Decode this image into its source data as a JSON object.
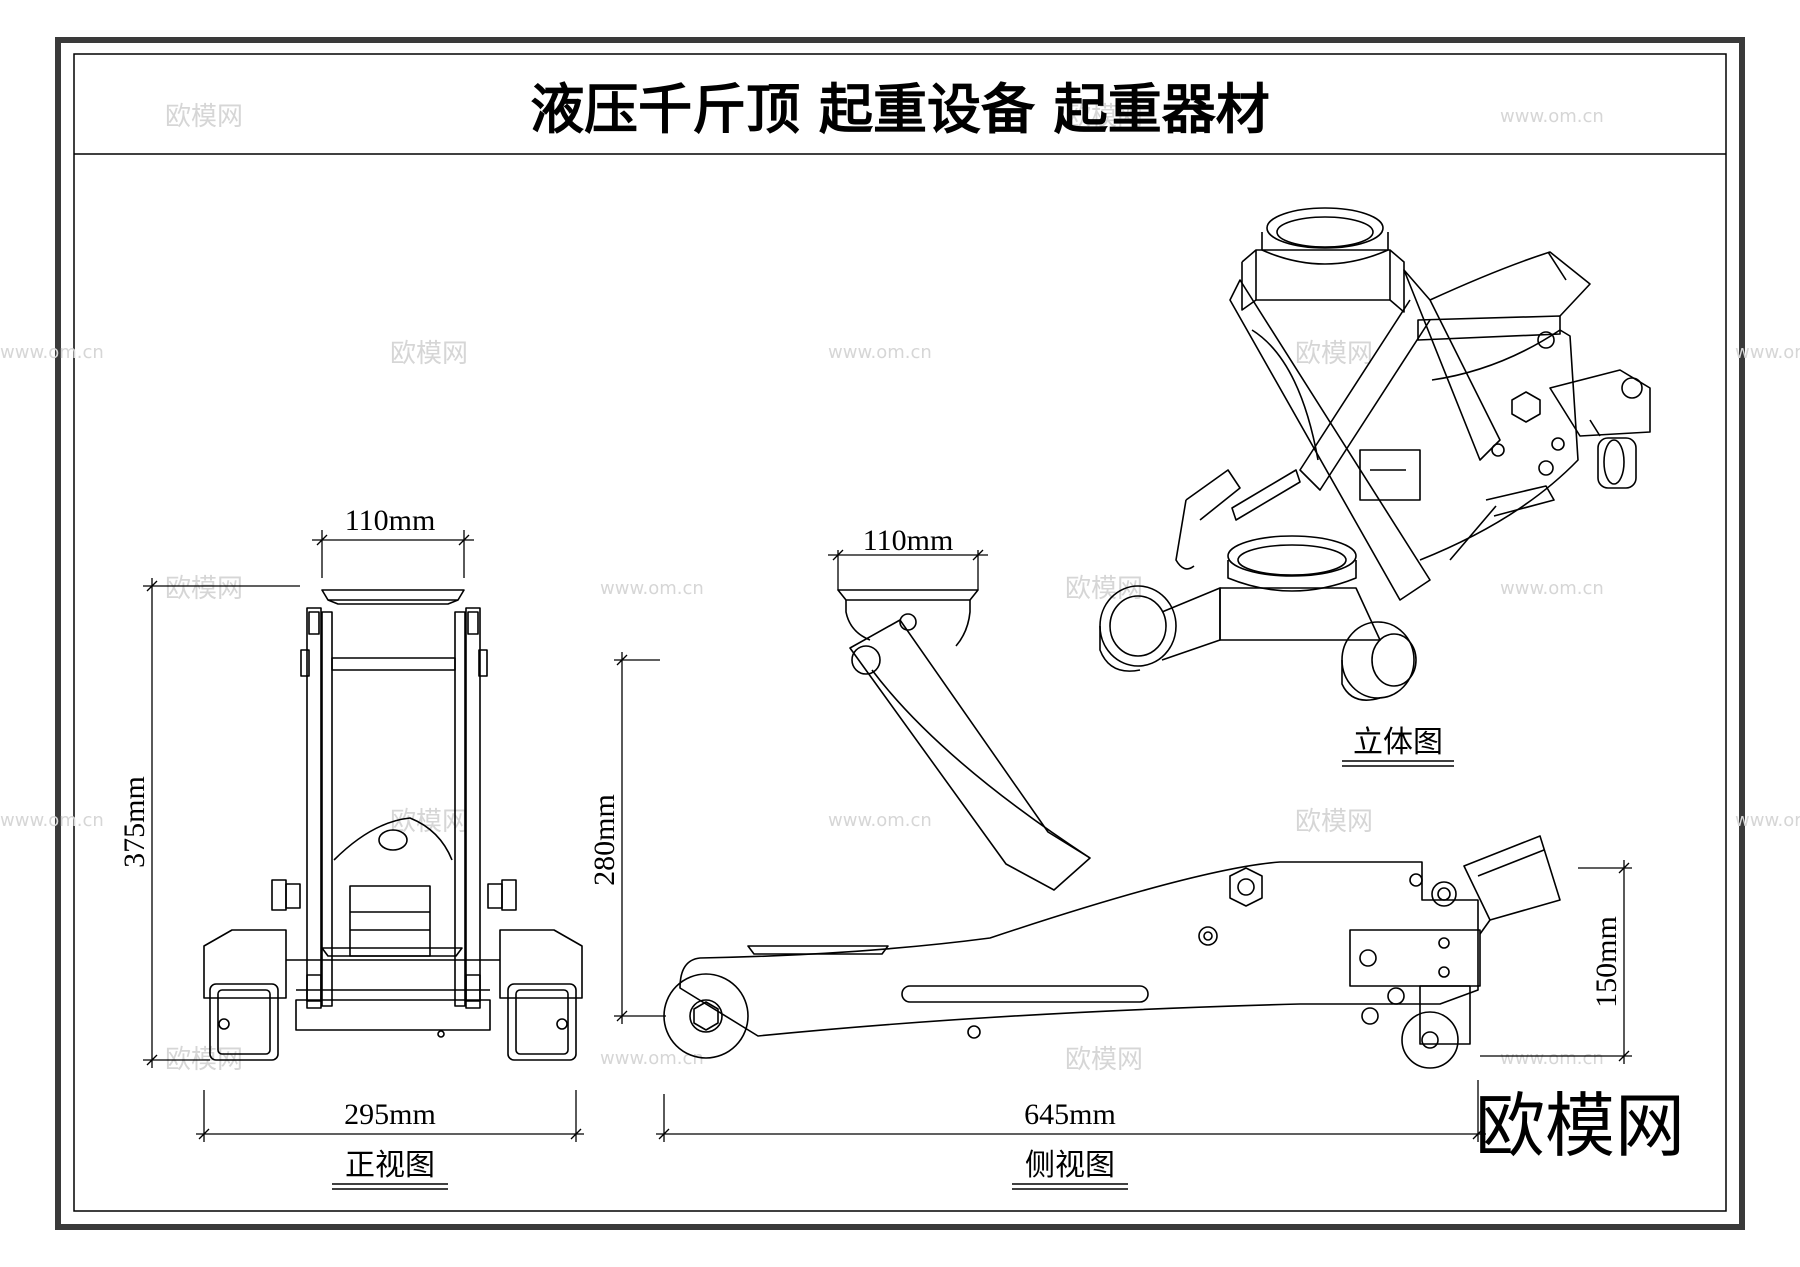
{
  "title": "液压千斤顶  起重设备  起重器材",
  "brand_mark": "欧模网",
  "watermark": {
    "brand": "欧模网",
    "url": "www.om.cn"
  },
  "views": {
    "front": {
      "label": "正视图",
      "dim_top": "110mm",
      "dim_height": "375mm",
      "dim_width": "295mm"
    },
    "side": {
      "label": "侧视图",
      "dim_top": "110mm",
      "dim_height": "280mm",
      "dim_length": "645mm",
      "dim_right": "150mm"
    },
    "iso": {
      "label": "立体图"
    }
  },
  "colors": {
    "line": "#000000",
    "frame_outer": "#3a3a3a",
    "watermark": "#d6d6d6"
  }
}
